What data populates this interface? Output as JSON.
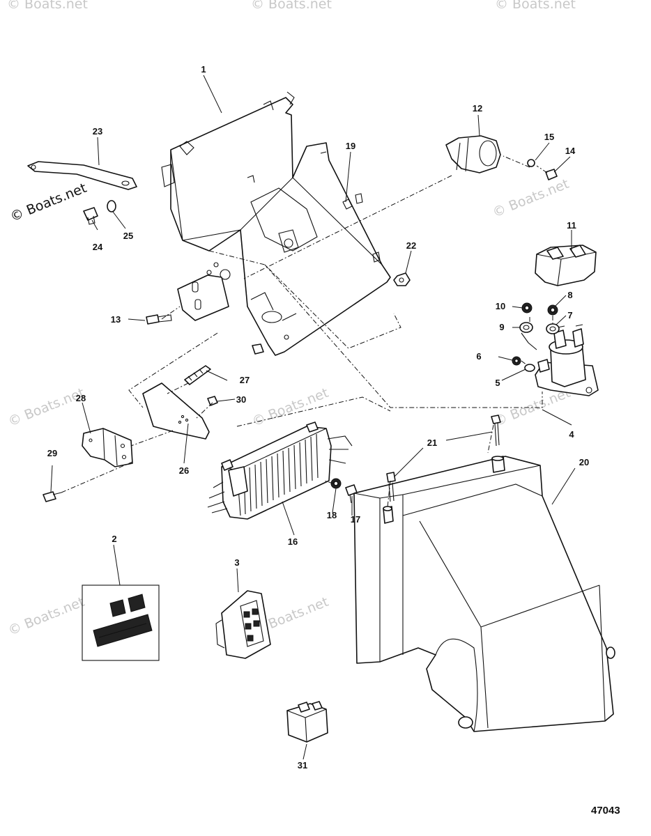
{
  "watermark_text": "© Boats.net",
  "diagram_number": "47043",
  "callouts": {
    "c1": "1",
    "c2": "2",
    "c3": "3",
    "c4": "4",
    "c5": "5",
    "c6": "6",
    "c7": "7",
    "c8": "8",
    "c9": "9",
    "c10": "10",
    "c11": "11",
    "c12": "12",
    "c13": "13",
    "c14": "14",
    "c15": "15",
    "c16": "16",
    "c17": "17",
    "c18": "18",
    "c19": "19",
    "c20": "20",
    "c21": "21",
    "c22": "22",
    "c23": "23",
    "c24": "24",
    "c25": "25",
    "c26": "26",
    "c27": "27",
    "c28": "28",
    "c29": "29",
    "c30": "30",
    "c31": "31"
  }
}
